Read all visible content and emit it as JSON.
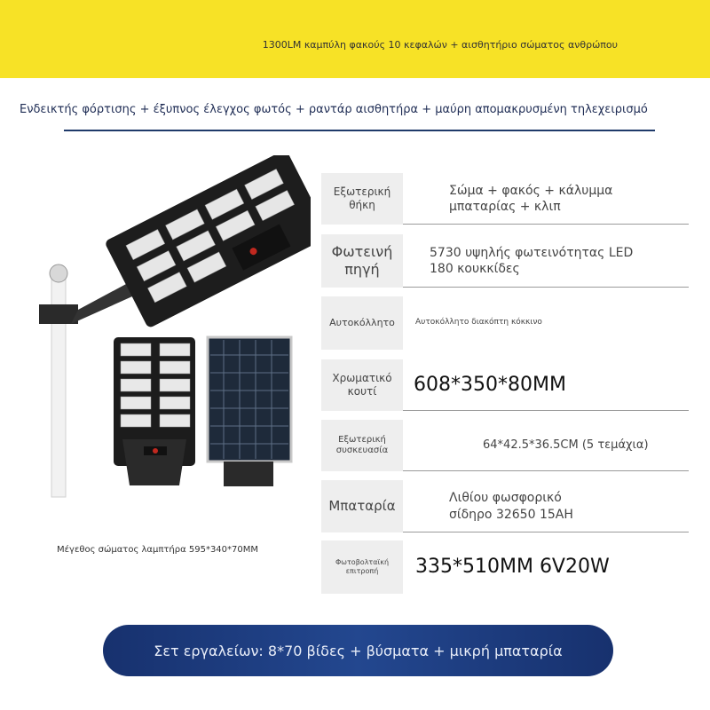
{
  "banner": {
    "text": "1300LM καμπύλη φακούς 10 κεφαλών + αισθητήριο σώματος ανθρώπου"
  },
  "subtitle": "Ενδεικτής φόρτισης + έξυπνος έλεγχος φωτός + ραντάρ αισθητήρα + μαύρη απομακρυσμένη τηλεχειρισμό",
  "specs": [
    {
      "label": "Εξωτερική θήκη",
      "value": "Σώμα + φακός + κάλυμμα μπαταρίας + κλιπ"
    },
    {
      "label": "Φωτεινή πηγή",
      "value": "5730 υψηλής φωτεινότητας LED 180 κουκκίδες"
    },
    {
      "label": "Αυτοκόλλητο",
      "value": "Αυτοκόλλητο διακόπτη κόκκινο"
    },
    {
      "label": "Χρωματικό κουτί",
      "value": "608*350*80MM"
    },
    {
      "label": "Εξωτερική συσκευασία",
      "value": "64*42.5*36.5CM (5 τεμάχια)"
    },
    {
      "label": "Μπαταρία",
      "value": "Λιθίου φωσφορικό σίδηρο 32650 15AH"
    },
    {
      "label": "Φωτοβολταϊκή επιτροπή",
      "value": "335*510MM 6V20W"
    }
  ],
  "product_caption": "Μέγεθος σώματος λαμπτήρα 595*340*70MM",
  "footer": "Σετ εργαλείων: 8*70 βίδες + βύσματα + μικρή μπαταρία",
  "colors": {
    "banner": "#f7e226",
    "navy": "#1f3a6a",
    "label_bg": "#eeeeee"
  }
}
